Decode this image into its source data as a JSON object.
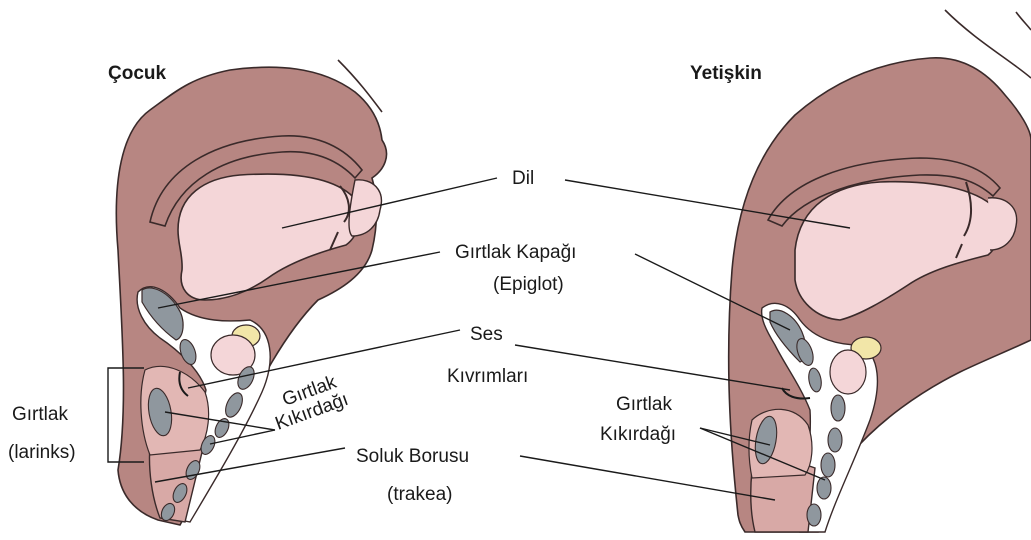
{
  "titles": {
    "child": "Çocuk",
    "adult": "Yetişkin"
  },
  "labels": {
    "tongue": "Dil",
    "epiglottis_line1": "Gırtlak Kapağı",
    "epiglottis_line2": "(Epiglot)",
    "vocal_folds_line1": "Ses",
    "vocal_folds_line2": "Kıvrımları",
    "child_cartilage_line1": "Gırtlak",
    "child_cartilage_line2": "Kıkırdağı",
    "adult_cartilage_line1": "Gırtlak",
    "adult_cartilage_line2": "Kıkırdağı",
    "larynx_line1": "Gırtlak",
    "larynx_line2": "(larinks)",
    "trachea_line1": "Soluk Borusu",
    "trachea_line2": "(trakea)"
  },
  "colors": {
    "tissue": "#b78682",
    "cavity": "#f4d6d8",
    "trachea_fill": "#d8a9a6",
    "cartilage": "#8f979e",
    "hyoid": "#f2e6a8",
    "outline": "#3a2a2a"
  }
}
